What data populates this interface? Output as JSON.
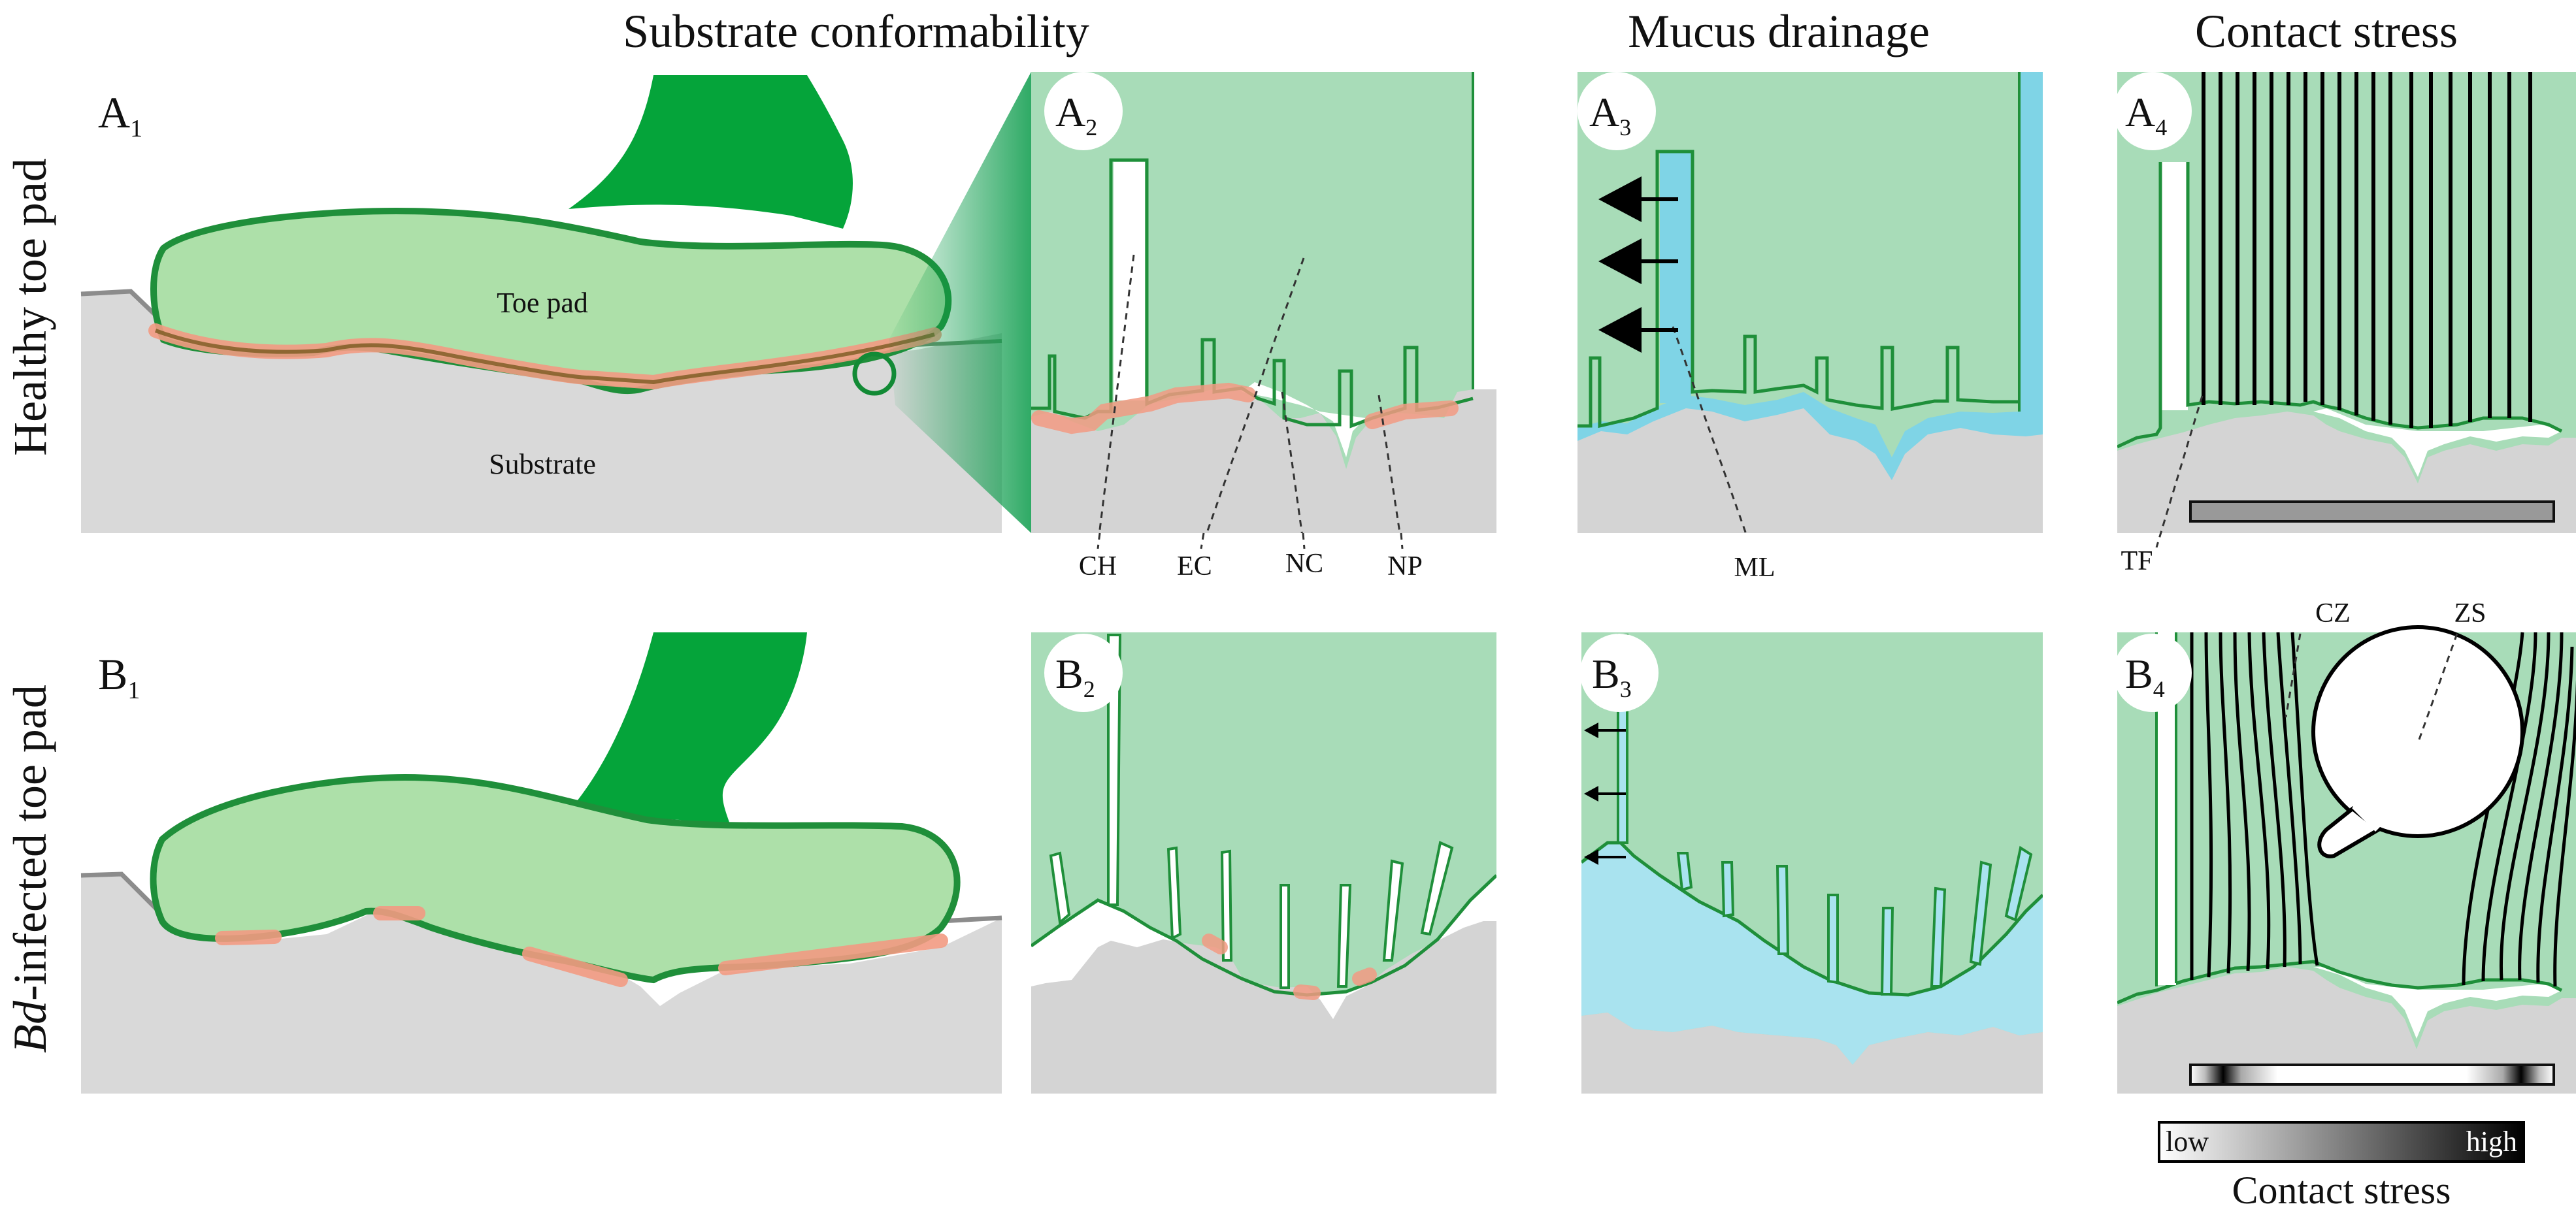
{
  "columns": {
    "substrate": "Substrate conformability",
    "mucus": "Mucus drainage",
    "stress": "Contact stress"
  },
  "rows": {
    "healthy": "Healthy toe pad",
    "infected_italic": "Bd",
    "infected_rest": "-infected toe pad"
  },
  "panels": {
    "A1": {
      "letter": "A",
      "sub": "1"
    },
    "A2": {
      "letter": "A",
      "sub": "2"
    },
    "A3": {
      "letter": "A",
      "sub": "3"
    },
    "A4": {
      "letter": "A",
      "sub": "4"
    },
    "B1": {
      "letter": "B",
      "sub": "1"
    },
    "B2": {
      "letter": "B",
      "sub": "2"
    },
    "B3": {
      "letter": "B",
      "sub": "3"
    },
    "B4": {
      "letter": "B",
      "sub": "4"
    }
  },
  "labels": {
    "toe_pad": "Toe pad",
    "substrate": "Substrate",
    "CH": "CH",
    "EC": "EC",
    "NC": "NC",
    "NP": "NP",
    "ML": "ML",
    "TF": "TF",
    "CZ": "CZ",
    "ZS": "ZS"
  },
  "legend": {
    "low": "low",
    "high": "high",
    "title": "Contact stress"
  },
  "colors": {
    "pad_fill": "#ade0a9",
    "pad_stroke": "#1f8f3a",
    "leg": "#05a43a",
    "leg_dark": "#088a34",
    "tissue": "#a8dcb8",
    "substrate": "#d9d9d9",
    "substrate_dark": "#cfcfcf",
    "contact": "#f29a82",
    "mucus": "#a9e3ef",
    "mucus_dark": "#7fd4e6"
  }
}
